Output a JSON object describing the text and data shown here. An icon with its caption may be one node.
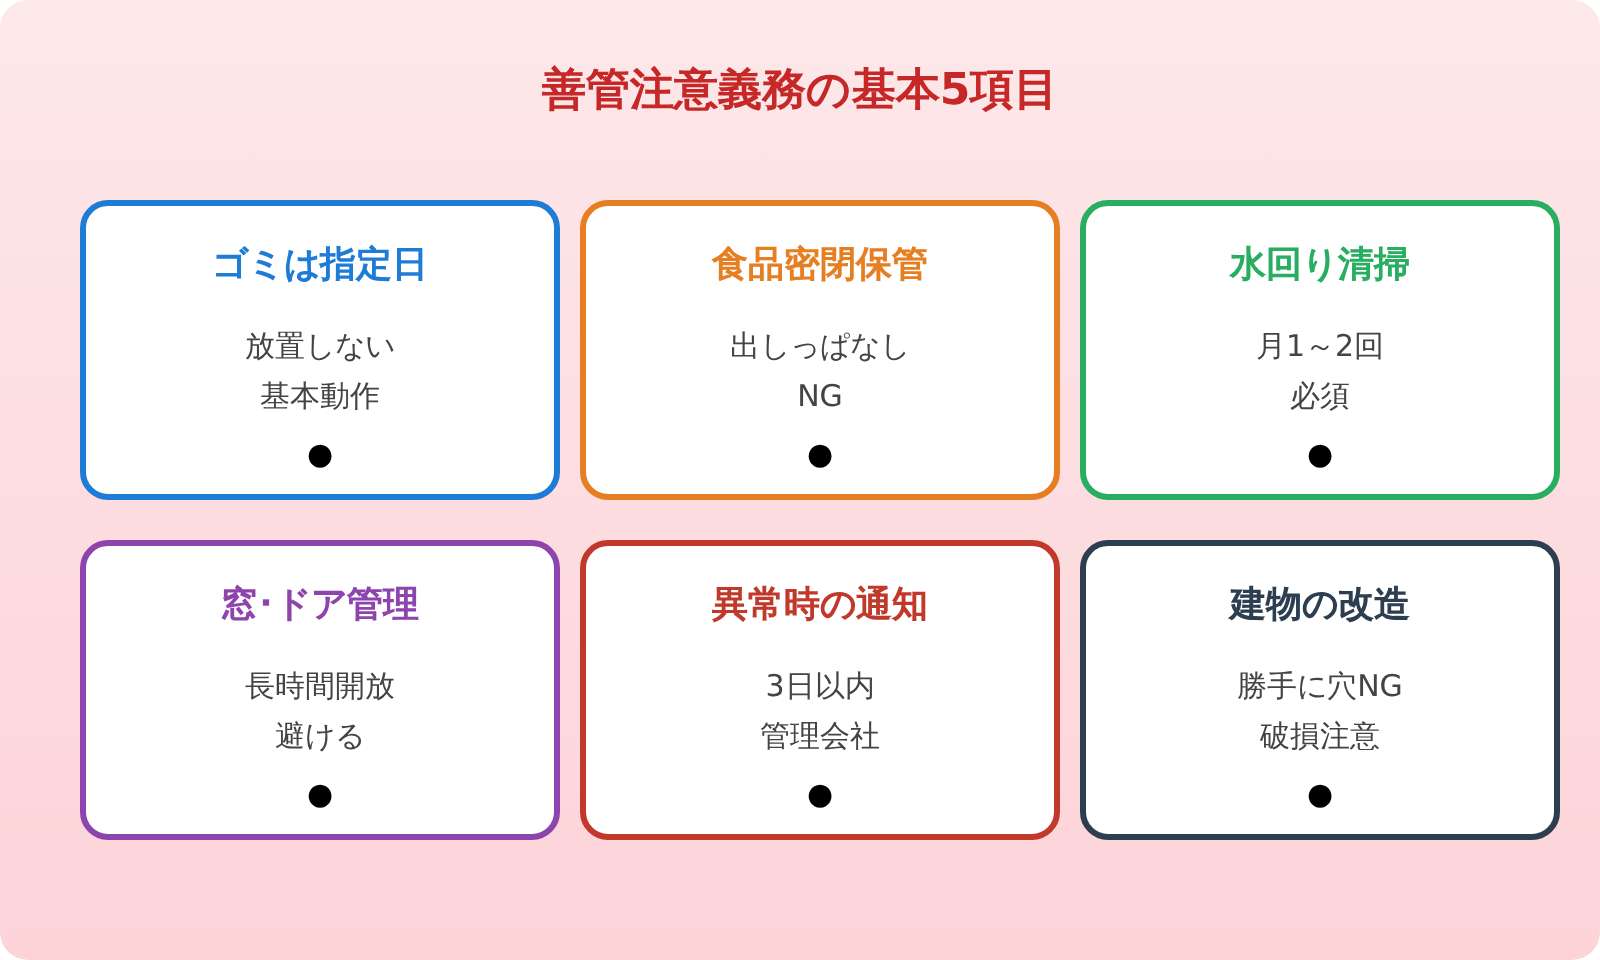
{
  "diagram": {
    "title": "善管注意義務の基本5項目",
    "nodes": [
      {
        "text": [
          "ゴミは指定日",
          "放置しない基本動作",
          "●"
        ]
      },
      {
        "text": [
          "食品密閉保管",
          "出しっぱなしNG",
          "●"
        ]
      },
      {
        "text": [
          "水回り清掃",
          "月1～2回必須",
          "●"
        ]
      },
      {
        "text": [
          "窓･ドア管理",
          "長時間開放避ける",
          "●"
        ]
      },
      {
        "text": [
          "異常時の通知",
          "3日以内管理会社",
          "●"
        ]
      },
      {
        "text": [
          "建物の改造",
          "勝手に穴NG破損注意",
          "●"
        ]
      }
    ]
  }
}
